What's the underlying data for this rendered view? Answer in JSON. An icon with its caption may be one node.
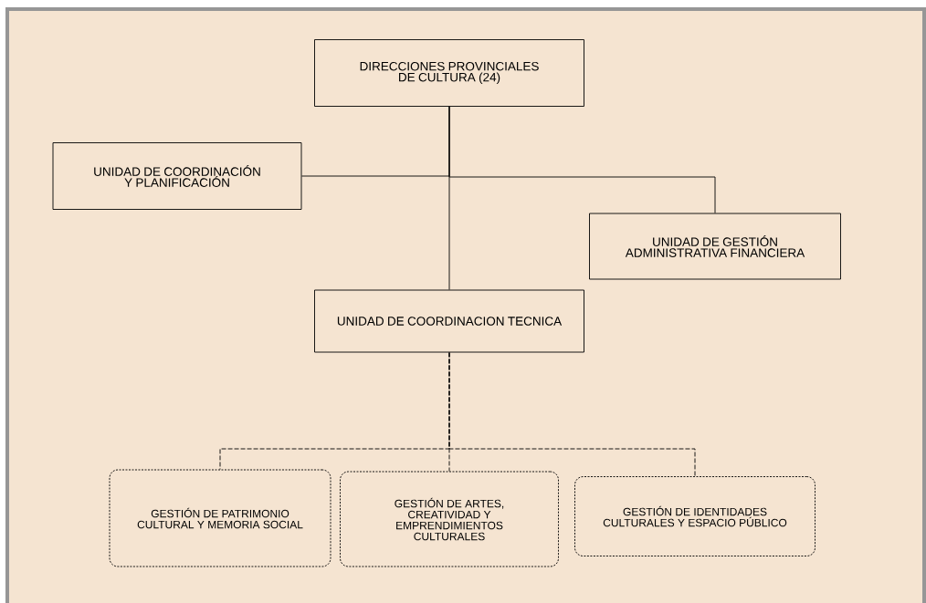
{
  "diagram": {
    "nodes": [
      {
        "text": [
          "DIRECCIONES PROVINCIALES DE CULTURA (24)"
        ]
      },
      {
        "text": [
          "UNIDAD DE COORDINACIÓN Y PLANIFICACIÓN"
        ]
      },
      {
        "text": [
          "UNIDAD DE GESTIÓN ADMINISTRATIVA FINANCIERA"
        ]
      },
      {
        "text": [
          "UNIDAD DE COORDINACION TECNICA"
        ]
      },
      {
        "text": [
          "GESTIÓN DE PATRIMONIO CULTURAL Y MEMORIA SOCIAL"
        ]
      },
      {
        "text": [
          "GESTIÓN DE ARTES, CREATIVIDAD Y EMPRENDIMIENTOS CULTURALES"
        ]
      },
      {
        "text": [
          "GESTIÓN DE IDENTIDADES CULTURALES Y ESPACIO PÚBLICO"
        ]
      }
    ],
    "edges": [
      {
        "from": 0,
        "to": 3,
        "arrow": "none"
      },
      {
        "from": 0,
        "to": 1,
        "arrow": "none"
      },
      {
        "from": 0,
        "to": 2,
        "arrow": "none"
      },
      {
        "from": 3,
        "to": 4,
        "arrow": "none",
        "style": "dashed"
      },
      {
        "from": 3,
        "to": 5,
        "arrow": "none",
        "style": "dashed"
      },
      {
        "from": 3,
        "to": 6,
        "arrow": "none",
        "style": "dashed"
      }
    ]
  }
}
